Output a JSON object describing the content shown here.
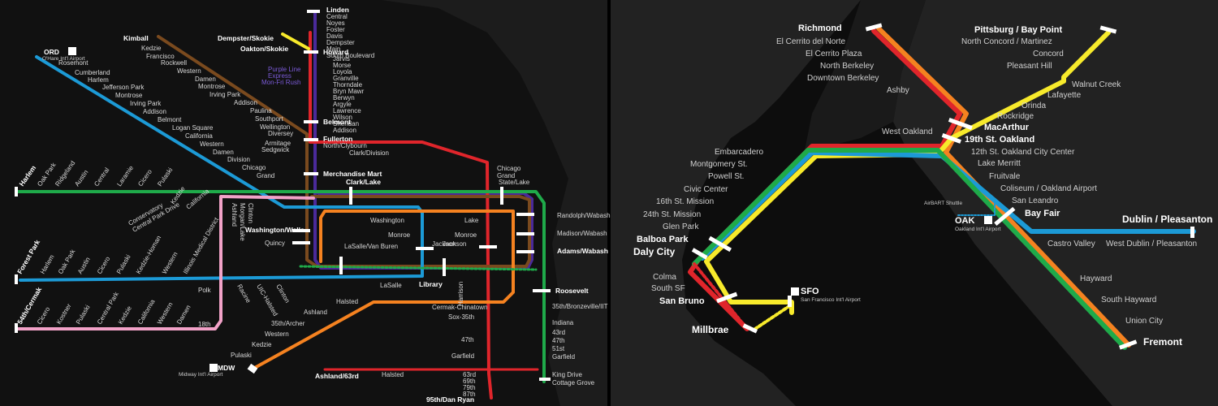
{
  "chicago": {
    "red_labels": [
      "Howard",
      "Jarvis",
      "Morse",
      "Loyola",
      "Granville",
      "Thorndale",
      "Bryn Mawr",
      "Berwyn",
      "Argyle",
      "Lawrence",
      "Wilson",
      "Sheridan",
      "Addison",
      "Belmont",
      "Fullerton",
      "North/Clybourn",
      "Clark/Division",
      "Chicago",
      "Grand",
      "Lake",
      "Monroe",
      "Jackson",
      "Harrison",
      "Roosevelt",
      "Cermak-Chinatown",
      "Sox-35th",
      "47th",
      "Garfield",
      "63rd",
      "69th",
      "79th",
      "87th",
      "95th/Dan Ryan"
    ],
    "purple_labels": [
      "Linden",
      "Central",
      "Noyes",
      "Foster",
      "Davis",
      "Dempster",
      "Main",
      "South Boulevard"
    ],
    "purple_note": [
      "Purple Line",
      "Express",
      "Mon-Fri Rush"
    ],
    "yellow_labels": [
      "Dempster/Skokie",
      "Oakton/Skokie"
    ],
    "brown_labels": [
      "Kimball",
      "Kedzie",
      "Francisco",
      "Rockwell",
      "Western",
      "Damen",
      "Montrose",
      "Irving Park",
      "Addison",
      "Paulina",
      "Southport",
      "Wellington",
      "Diversey",
      "Armitage",
      "Sedgwick",
      "Merchandise Mart"
    ],
    "blue_nw_labels": [
      "ORD",
      "O'Hare Int'l Airport",
      "Rosemont",
      "Cumberland",
      "Harlem",
      "Jefferson Park",
      "Montrose",
      "Irving Park",
      "Addison",
      "Belmont",
      "Logan Square",
      "California",
      "Western",
      "Damen",
      "Division",
      "Chicago",
      "Grand"
    ],
    "green_w_labels": [
      "Harlem",
      "Oak Park",
      "Ridgeland",
      "Austin",
      "Central",
      "Laramie",
      "Cicero",
      "Pulaski",
      "Kedzie",
      "Conservatory",
      "Central Park Drive",
      "California"
    ],
    "pink_labels": [
      "Ashland",
      "Morgan/Lake",
      "Clinton",
      "Polk",
      "18th",
      "54th/Cermak",
      "Cicero",
      "Kostner",
      "Pulaski",
      "Central Park",
      "Kedzie",
      "California",
      "Western",
      "Damen"
    ],
    "blue_w_labels": [
      "Forest Park",
      "Harlem",
      "Oak Park",
      "Austin",
      "Cicero",
      "Pulaski",
      "Kedzie-Homan",
      "Western",
      "Illinois Medical District",
      "Racine",
      "UIC-Halsted",
      "Clinton",
      "LaSalle"
    ],
    "loop_labels": [
      "Clark/Lake",
      "Washington",
      "Washington/Wells",
      "Quincy",
      "LaSalle/Van Buren",
      "Library",
      "Randolph/Wabash",
      "Madison/Wabash",
      "Adams/Wabash",
      "State/Lake",
      "Chicago",
      "Grand",
      "Monroe",
      "Jackson"
    ],
    "orange_labels": [
      "Halsted",
      "Ashland",
      "35th/Archer",
      "Western",
      "Kedzie",
      "Pulaski",
      "MDW",
      "Midway Int'l Airport"
    ],
    "green_s_labels": [
      "35th/Bronzeville/IIT",
      "Indiana",
      "43rd",
      "47th",
      "51st",
      "Garfield",
      "King Drive",
      "Cottage Grove",
      "Ashland/63rd",
      "Halsted"
    ]
  },
  "bay": {
    "stations_left": [
      "Richmond",
      "El Cerrito del Norte",
      "El Cerrito Plaza",
      "North Berkeley",
      "Downtown Berkeley",
      "Ashby"
    ],
    "stations_right_top": [
      "Pittsburg / Bay Point",
      "North Concord / Martinez",
      "Concord",
      "Pleasant Hill",
      "Walnut Creek",
      "Lafayette",
      "Orinda",
      "Rockridge"
    ],
    "core": [
      "MacArthur",
      "19th St. Oakland",
      "12th St. Oakland City Center",
      "West Oakland"
    ],
    "sf": [
      "Embarcadero",
      "Montgomery St.",
      "Powell St.",
      "Civic Center",
      "16th St. Mission",
      "24th St. Mission",
      "Glen Park",
      "Balboa Park",
      "Daly City",
      "Colma",
      "South SF",
      "San Bruno",
      "Millbrae"
    ],
    "east": [
      "Lake Merritt",
      "Fruitvale",
      "Coliseum / Oakland Airport",
      "San Leandro",
      "Bay Fair",
      "Hayward",
      "South Hayward",
      "Union City",
      "Fremont"
    ],
    "dublin": [
      "Castro Valley",
      "West Dublin / Pleasanton",
      "Dublin / Pleasanton"
    ],
    "airports": {
      "oak": "OAK",
      "oak_sub": "Oakland Int'l Airport",
      "sfo": "SFO",
      "sfo_sub": "San Francisco Int'l Airport",
      "airbart": "AirBART Shuttle"
    }
  },
  "colors": {
    "red": "#e0252b",
    "blue": "#1c9ad6",
    "green": "#1faa4a",
    "orange": "#f58220",
    "yellow": "#f7ea2b",
    "brown": "#7a4a1e",
    "purple": "#4a2a9a",
    "pink": "#f2a2c8"
  }
}
